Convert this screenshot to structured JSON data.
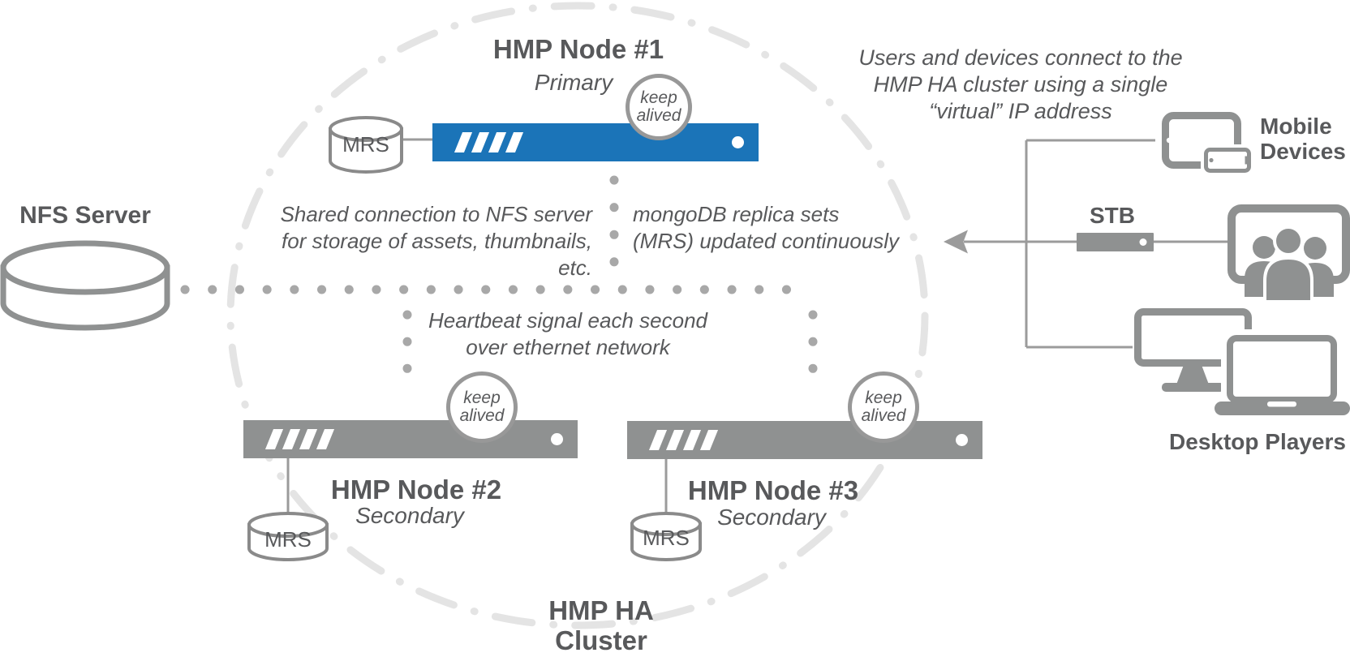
{
  "colors": {
    "primary_blue": "#1b74b8",
    "device_gray": "#8f9191",
    "dot_gray": "#a8a8a8",
    "line_gray": "#9b9b9b",
    "ellipse_gray": "#e4e4e4",
    "text_gray": "#58595b"
  },
  "cluster": {
    "name_lines": [
      "HMP HA",
      "Cluster"
    ],
    "keepalived_lines": [
      "keep",
      "alived"
    ],
    "mrs_label": "MRS",
    "nodes": [
      {
        "title": "HMP Node #1",
        "role": "Primary"
      },
      {
        "title": "HMP Node #2",
        "role": "Secondary"
      },
      {
        "title": "HMP Node #3",
        "role": "Secondary"
      }
    ]
  },
  "nfs": {
    "label": "NFS Server"
  },
  "annotations": {
    "virtual_ip": [
      "Users and devices connect to the",
      "HMP HA cluster using a single",
      "“virtual” IP address"
    ],
    "nfs_shared": [
      "Shared connection to NFS server",
      "for storage of assets, thumbnails, etc."
    ],
    "mongo": [
      "mongoDB replica sets",
      "(MRS) updated continuously"
    ],
    "heartbeat": [
      "Heartbeat signal each second",
      "over ethernet network"
    ]
  },
  "devices": {
    "mobile_lines": [
      "Mobile",
      "Devices"
    ],
    "stb": "STB",
    "desktop": "Desktop Players"
  }
}
